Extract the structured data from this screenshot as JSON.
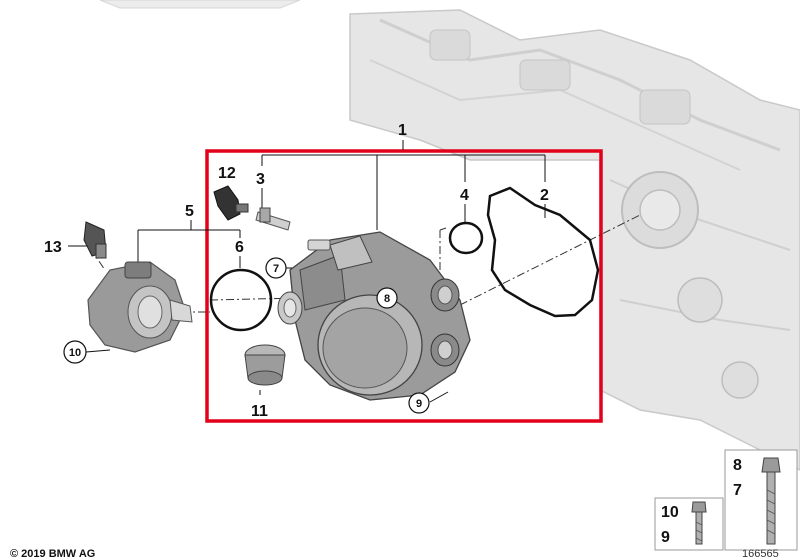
{
  "diagram": {
    "callouts": {
      "c1": "1",
      "c2": "2",
      "c3": "3",
      "c4": "4",
      "c5": "5",
      "c6": "6",
      "c11": "11",
      "c12": "12",
      "c13": "13"
    },
    "circled": {
      "c7": "7",
      "c8": "8",
      "c9": "9",
      "c10": "10"
    },
    "inset": {
      "right_top": "8",
      "right_bottom": "7",
      "left_top": "10",
      "left_bottom": "9"
    },
    "highlight_color": "#e3001b"
  },
  "footer": {
    "copyright": "© 2019 BMW AG",
    "diagram_id": "166565"
  }
}
